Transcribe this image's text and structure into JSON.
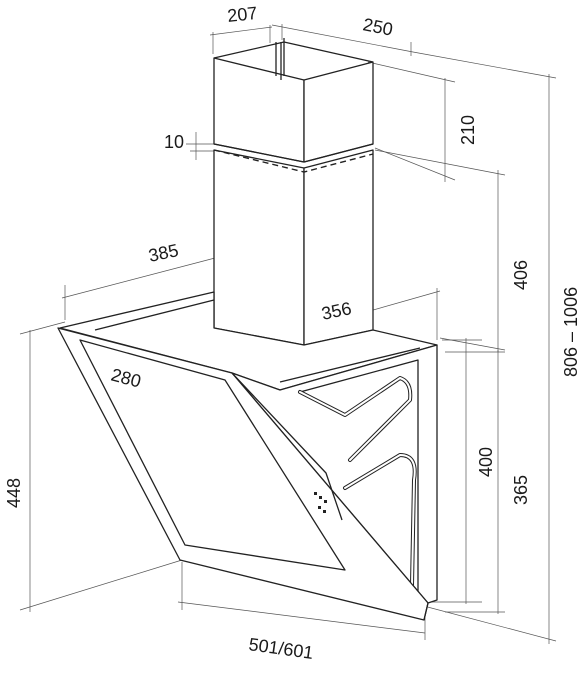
{
  "diagram": {
    "dimensions": {
      "chimney_width": "207",
      "chimney_depth": "250",
      "upper_height": "210",
      "overlap": "10",
      "lower_height": "406",
      "total_height": "806 – 1006",
      "depth_top": "385",
      "body_depth": "356",
      "glass_depth": "280",
      "body_height": "400",
      "side_height": "365",
      "front_height": "448",
      "width": "501/601"
    },
    "colors": {
      "line": "#222222",
      "dimension_line": "#555555",
      "background": "#ffffff"
    }
  }
}
